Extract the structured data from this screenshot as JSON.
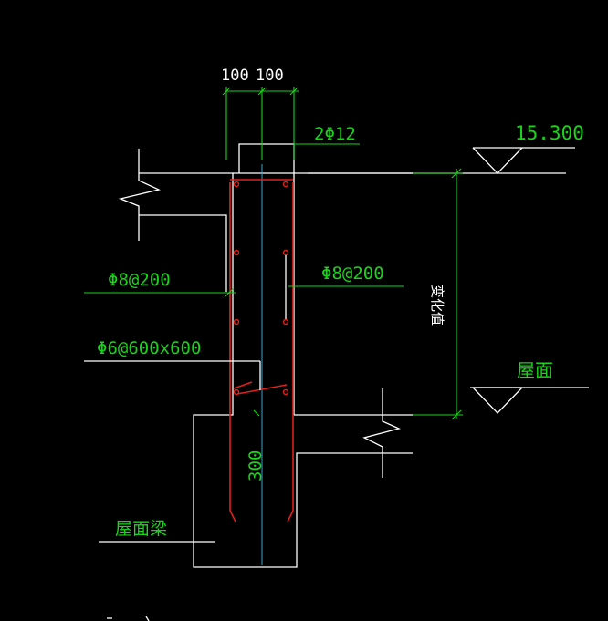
{
  "labels": {
    "dim_left": "100",
    "dim_right": "100",
    "top_bars": "2Φ12",
    "elevation_top": "15.300",
    "stirrup_left": "Φ8@200",
    "stirrup_right": "Φ8@200",
    "tie_spec": "Φ6@600x600",
    "height_var": "变化值",
    "roof_level": "屋面",
    "width_300": "300",
    "roof_beam": "屋面梁"
  },
  "colors": {
    "background": "#000000",
    "outline": "#ffffff",
    "dimension": "#19d419",
    "rebar": "#e0201c",
    "centerline": "#3aa6c8"
  }
}
